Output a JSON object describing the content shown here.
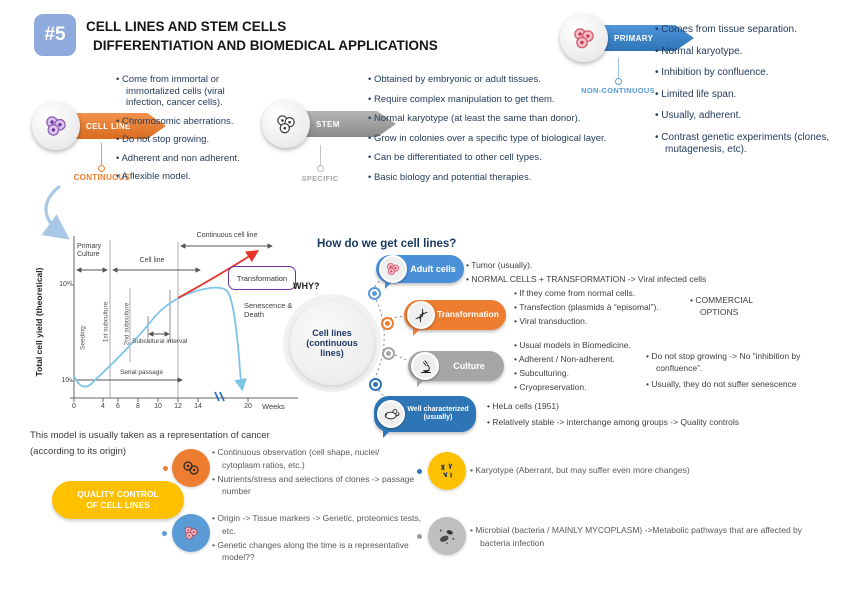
{
  "slide": {
    "number": "#5",
    "title_line1": "CELL LINES AND STEM CELLS",
    "title_line2": "DIFFERENTIATION AND BIOMEDICAL APPLICATIONS"
  },
  "colors": {
    "orange": "#ED7D31",
    "blue": "#2E75B6",
    "light_blue": "#5B9BD5",
    "gray": "#A6A6A6",
    "yellow": "#FFC000",
    "purple": "#7030A0",
    "header_badge": "#8FAADC",
    "curve_blue": "#7CC4E8",
    "curve_red": "#E8332A"
  },
  "cell_line": {
    "label": "CELL LINE",
    "tag": "CONTINUOUS",
    "bullets": [
      "Come from immortal or immortalized cells (viral infection, cancer cells).",
      "Chromosomic aberrations.",
      "Do not stop growing.",
      "Adherent and non adherent.",
      "A flexible model."
    ]
  },
  "stem": {
    "label": "STEM",
    "tag": "SPECIFIC",
    "bullets": [
      "Obtained by embryonic or adult tissues.",
      "Require complex manipulation to get them.",
      "Normal karyotype (at least the same than donor).",
      "Grow in colonies over a specific type of biological layer.",
      "Can be differentiated to other cell types.",
      "Basic biology and potential therapies."
    ]
  },
  "primary": {
    "label": "PRIMARY",
    "tag": "NON-CONTINUOUS",
    "bullets": [
      "Comes from tissue separation.",
      "Normal karyotype.",
      "Inhibition by confluence.",
      "Limited life span.",
      "Usually, adherent.",
      "Contrast genetic experiments (clones, mutagenesis, etc)."
    ]
  },
  "growth_chart": {
    "ylabel": "Total cell yield (theoretical)",
    "ytick_top": "10¹⁰",
    "ytick_bottom": "10⁶",
    "xticks": [
      "0",
      "4",
      "6",
      "8",
      "10",
      "12",
      "14",
      "20"
    ],
    "weeks": "Weeks",
    "primary_culture": "Primary Culture",
    "cell_line": "Cell line",
    "continuous": "Continuous cell line",
    "transformation": "Transformation",
    "senescence": "Senescence & Death",
    "seeding": "Seeding",
    "sub1": "1st subculture",
    "sub2": "2nd subculture",
    "subcultural_interval": "Subcultural interval",
    "serial_passage": "Serial passage"
  },
  "chart_data": {
    "type": "line",
    "title": "",
    "xlabel": "Weeks",
    "ylabel": "Total cell yield (theoretical)",
    "x_ticks": [
      0,
      4,
      6,
      8,
      10,
      12,
      14,
      20
    ],
    "y_ticks": [
      "10⁶",
      "10¹⁰"
    ],
    "y_scale": "log",
    "x_axis_break_between": [
      14,
      20
    ],
    "grid": false,
    "series": [
      {
        "name": "Finite culture (senescence & death)",
        "color": "#7CC4E8",
        "x": [
          0,
          1,
          2,
          4,
          6,
          8,
          10,
          12,
          14,
          16,
          17,
          18,
          19
        ],
        "y": [
          "1e6",
          "6e5",
          "5e5",
          "8e5",
          "5e6",
          "5e7",
          "5e8",
          "3e9",
          "8e9",
          "1e10",
          "8e9",
          "1e8",
          "1e5"
        ]
      },
      {
        "name": "Continuous cell line (transformation)",
        "color": "#E8332A",
        "x": [
          12,
          14,
          16,
          18
        ],
        "y": [
          "3e9",
          "1e10",
          "5e10",
          "3e11"
        ]
      }
    ],
    "annotations": [
      "Primary Culture",
      "Cell line",
      "Continuous cell line",
      "Transformation",
      "Senescence & Death",
      "Seeding",
      "1st subculture",
      "2nd subculture",
      "Subcultural interval",
      "Serial passage"
    ]
  },
  "cancer_note": {
    "line1": "This model is usually taken as a representation of cancer",
    "line2": "(according to its origin)"
  },
  "how": {
    "heading": "How do we get cell lines?",
    "why": "WHY?",
    "center": "Cell lines (continuous lines)",
    "rows": [
      {
        "label": "Adult cells",
        "bullets": [
          "Tumor (usually).",
          "NORMAL CELLS + TRANSFORMATION -> Viral infected cells"
        ]
      },
      {
        "label": "Transformation",
        "bullets": [
          "If they come from normal cells.",
          "Transfection (plasmids à “episomal”).",
          "Viral transduction."
        ],
        "side": "COMMERCIAL OPTIONS"
      },
      {
        "label": "Culture",
        "bullets": [
          "Usual models in Biomedicine.",
          "Adherent / Non-adherent.",
          "Subculturing.",
          "Cryopreservation."
        ],
        "side_bullets": [
          "Do not stop growing -> No “inhibition by confluence”.",
          "Usually, they do not suffer senescence"
        ]
      },
      {
        "label": "Well characterized (usually)",
        "bullets": [
          "HeLa cells (1951)",
          "Relatively stable -> interchange among groups -> Quality controls"
        ]
      }
    ]
  },
  "quality": {
    "badge_line1": "QUALITY CONTROL",
    "badge_line2": "OF CELL LINES",
    "items": [
      {
        "bullets": [
          "Continuous observation (cell shape, nuclei/ cytoplasm ratios, etc.)",
          "Nutrients/stress and selections of clones -> passage number"
        ]
      },
      {
        "bullets": [
          "Origin -> Tissue markers -> Genetic, proteomics tests, etc.",
          "Genetic changes along the time is a representative model??"
        ]
      },
      {
        "bullets": [
          "Karyotype (Aberrant, but may suffer even more changes)"
        ]
      },
      {
        "bullets": [
          "Microbial (bacteria / MAINLY MYCOPLASM) ->Metabolic pathways that are affected by bacteria infection"
        ]
      }
    ]
  }
}
